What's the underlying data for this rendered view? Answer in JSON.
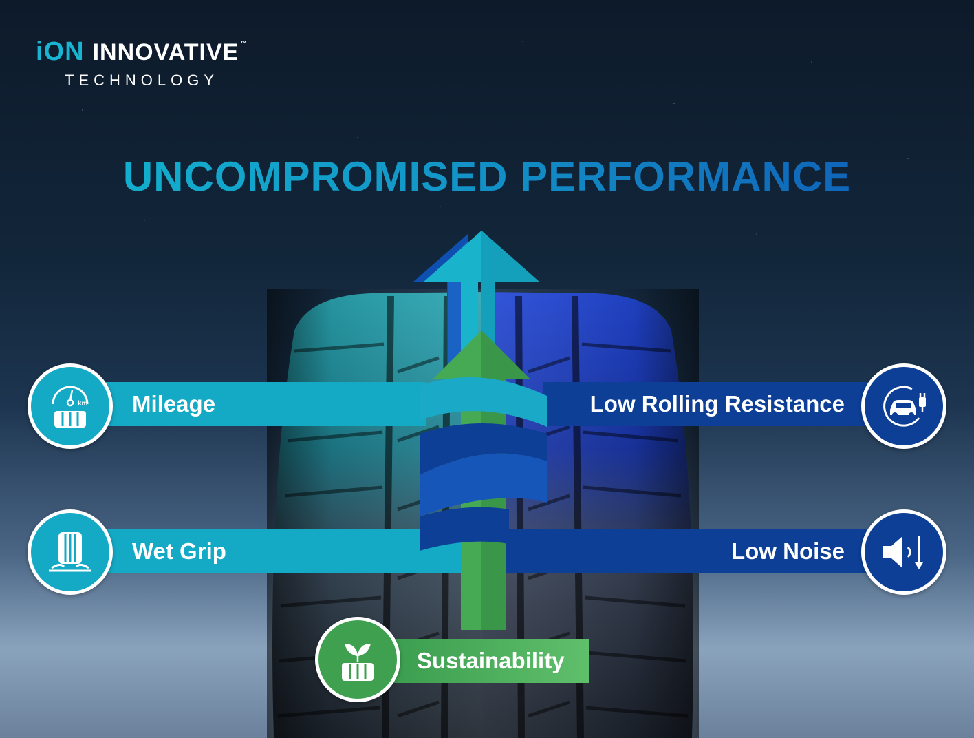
{
  "brand": {
    "ion": "iON",
    "innovative": "INNOVATIVE",
    "tm": "™",
    "technology": "TECHNOLOGY"
  },
  "headline": "UNCOMPROMISED PERFORMANCE",
  "features": {
    "mileage": {
      "label": "Mileage",
      "icon": "tire-odometer-icon",
      "icon_text": "km"
    },
    "wet_grip": {
      "label": "Wet Grip",
      "icon": "tire-water-icon"
    },
    "low_rolling_resistance": {
      "label": "Low Rolling Resistance",
      "icon": "electric-car-icon"
    },
    "low_noise": {
      "label": "Low Noise",
      "icon": "speaker-volume-down-icon"
    },
    "sustainability": {
      "label": "Sustainability",
      "icon": "leaf-tire-icon"
    }
  },
  "colors": {
    "teal": "#14a9c5",
    "blue": "#0d3f96",
    "green": "#3fa150",
    "headline_start": "#13b7cf",
    "headline_end": "#0f57b5"
  }
}
